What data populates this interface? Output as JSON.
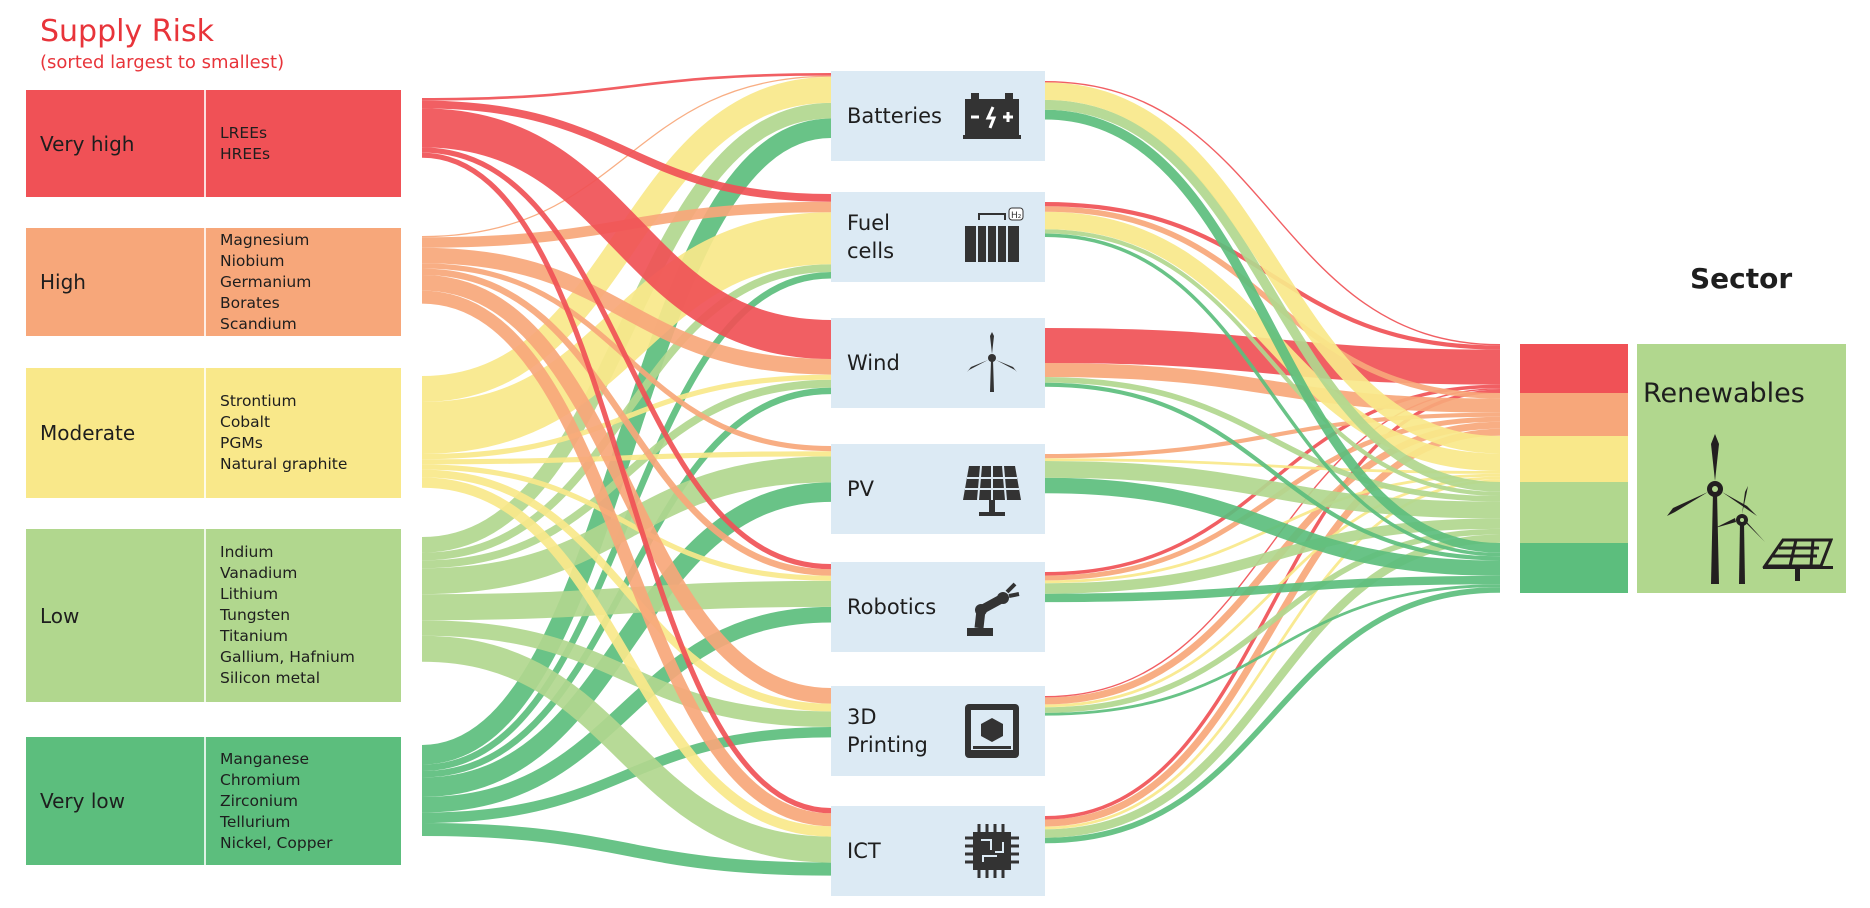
{
  "header": {
    "title": "Supply Risk",
    "subtitle": "(sorted largest to smallest)"
  },
  "colors": {
    "very_high": "#f05156",
    "high": "#f7a77a",
    "moderate": "#f9e88a",
    "low": "#b1d78e",
    "very_low": "#5cbe7d",
    "tech_bg": "#dceaf4"
  },
  "categories": [
    {
      "key": "very_high",
      "label": "Very high",
      "materials": [
        "LREEs",
        "HREEs"
      ]
    },
    {
      "key": "high",
      "label": "High",
      "materials": [
        "Magnesium",
        "Niobium",
        "Germanium",
        "Borates",
        "Scandium"
      ]
    },
    {
      "key": "moderate",
      "label": "Moderate",
      "materials": [
        "Strontium",
        "Cobalt",
        "PGMs",
        "Natural graphite"
      ]
    },
    {
      "key": "low",
      "label": "Low",
      "materials": [
        "Indium",
        "Vanadium",
        "Lithium",
        "Tungsten",
        "Titanium",
        "Gallium, Hafnium",
        "Silicon metal"
      ]
    },
    {
      "key": "very_low",
      "label": "Very low",
      "materials": [
        "Manganese",
        "Chromium",
        "Zirconium",
        "Tellurium",
        "Nickel, Copper"
      ]
    }
  ],
  "technologies": [
    {
      "key": "batteries",
      "label": "Batteries",
      "icon": "battery-icon"
    },
    {
      "key": "fuel_cells",
      "label": "Fuel\ncells",
      "icon": "fuel-cell-icon"
    },
    {
      "key": "wind",
      "label": "Wind",
      "icon": "wind-turbine-icon"
    },
    {
      "key": "pv",
      "label": "PV",
      "icon": "solar-panel-icon"
    },
    {
      "key": "robotics",
      "label": "Robotics",
      "icon": "robot-arm-icon"
    },
    {
      "key": "3d_printing",
      "label": "3D\nPrinting",
      "icon": "3d-printer-icon"
    },
    {
      "key": "ict",
      "label": "ICT",
      "icon": "chip-icon"
    }
  ],
  "sector": {
    "title": "Sector",
    "label": "Renewables",
    "icon": "renewables-icon"
  },
  "risk_to_tech_links": {
    "very_high": {
      "batteries": 2,
      "fuel_cells": 6,
      "wind": 30,
      "pv": 0,
      "robotics": 4,
      "3d_printing": 0,
      "ict": 4
    },
    "high": {
      "batteries": 1,
      "fuel_cells": 8,
      "wind": 12,
      "pv": 4,
      "robotics": 5,
      "3d_printing": 12,
      "ict": 10
    },
    "moderate": {
      "batteries": 20,
      "fuel_cells": 40,
      "wind": 4,
      "pv": 4,
      "robotics": 4,
      "3d_printing": 6,
      "ict": 8
    },
    "low": {
      "batteries": 12,
      "fuel_cells": 6,
      "wind": 6,
      "pv": 20,
      "robotics": 20,
      "3d_printing": 12,
      "ict": 20
    },
    "very_low": {
      "batteries": 15,
      "fuel_cells": 5,
      "wind": 5,
      "pv": 15,
      "robotics": 12,
      "3d_printing": 8,
      "ict": 10
    }
  },
  "tech_to_sector_links": {
    "very_high": {
      "batteries": 2,
      "fuel_cells": 6,
      "wind": 50,
      "pv": 0,
      "robotics": 5,
      "3d_printing": 2,
      "ict": 5
    },
    "high": {
      "batteries": 0,
      "fuel_cells": 8,
      "wind": 20,
      "pv": 6,
      "robotics": 7,
      "3d_printing": 10,
      "ict": 10
    },
    "moderate": {
      "batteries": 25,
      "fuel_cells": 25,
      "wind": 0,
      "pv": 4,
      "robotics": 4,
      "3d_printing": 4,
      "ict": 4
    },
    "low": {
      "batteries": 14,
      "fuel_cells": 6,
      "wind": 8,
      "pv": 24,
      "robotics": 15,
      "3d_printing": 8,
      "ict": 12
    },
    "very_low": {
      "batteries": 14,
      "fuel_cells": 5,
      "wind": 6,
      "pv": 22,
      "robotics": 12,
      "3d_printing": 4,
      "ict": 8
    }
  }
}
